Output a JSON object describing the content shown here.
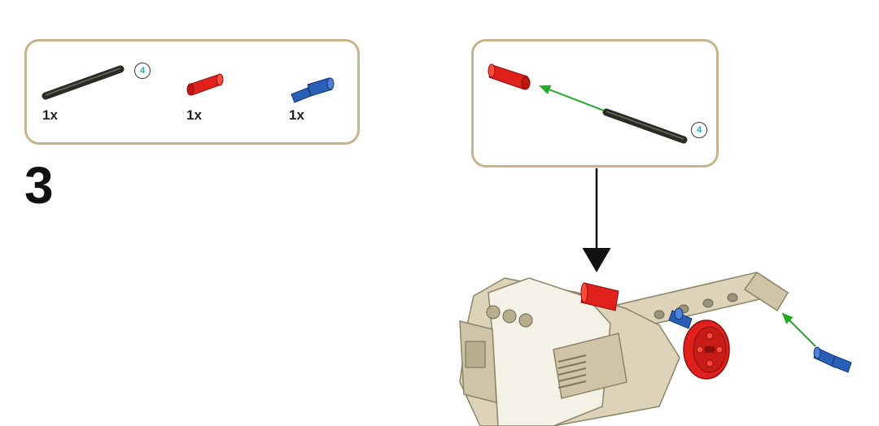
{
  "parts_list": {
    "items": [
      {
        "name": "axle",
        "color": "#2b2b26",
        "quantity": "1x",
        "length": "4"
      },
      {
        "name": "axle-connector",
        "color": "#e0201a",
        "quantity": "1x"
      },
      {
        "name": "axle-pin",
        "color": "#2a5fb8",
        "quantity": "1x"
      }
    ]
  },
  "sub_assembly": {
    "axle_length": "4"
  },
  "step": {
    "number": "3"
  },
  "colors": {
    "panel_border": "#c8b48c",
    "motor_body": "#ddd3b8",
    "motor_white": "#f4f1e6",
    "red": "#e0201a",
    "blue": "#2a5fb8",
    "black_axle": "#2b2b26",
    "green_arrow": "#22aa22"
  }
}
